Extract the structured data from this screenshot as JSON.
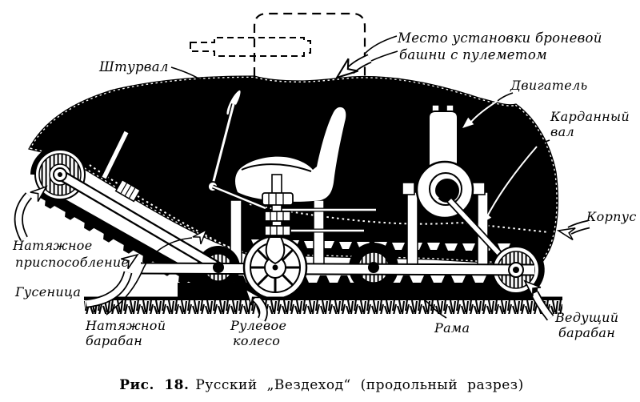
{
  "labels": {
    "shturval": "Штурвал",
    "mesto_line1": "Место установки броневой",
    "mesto_line2": "башни с пулеметом",
    "dvigatel": "Двигатель",
    "kardan_line1": "Карданный",
    "kardan_line2": "вал",
    "korpus": "Корпус",
    "natyazhnoe_line1": "Натяжное",
    "natyazhnoe_line2": "приспособление",
    "gusenitsa": "Гусеница",
    "natyazhnoy_line1": "Натяжной",
    "natyazhnoy_line2": "барабан",
    "rulevoe_line1": "Рулевое",
    "rulevoe_line2": "колесо",
    "rama": "Рама",
    "vedushchiy_line1": "Ведущий",
    "vedushchiy_line2": "барабан"
  },
  "caption": {
    "fig": "Рис. 18.",
    "text": "Русский „Вездеход“ (продольный разрез)"
  },
  "colors": {
    "ink": "#000000",
    "paper": "#ffffff"
  }
}
